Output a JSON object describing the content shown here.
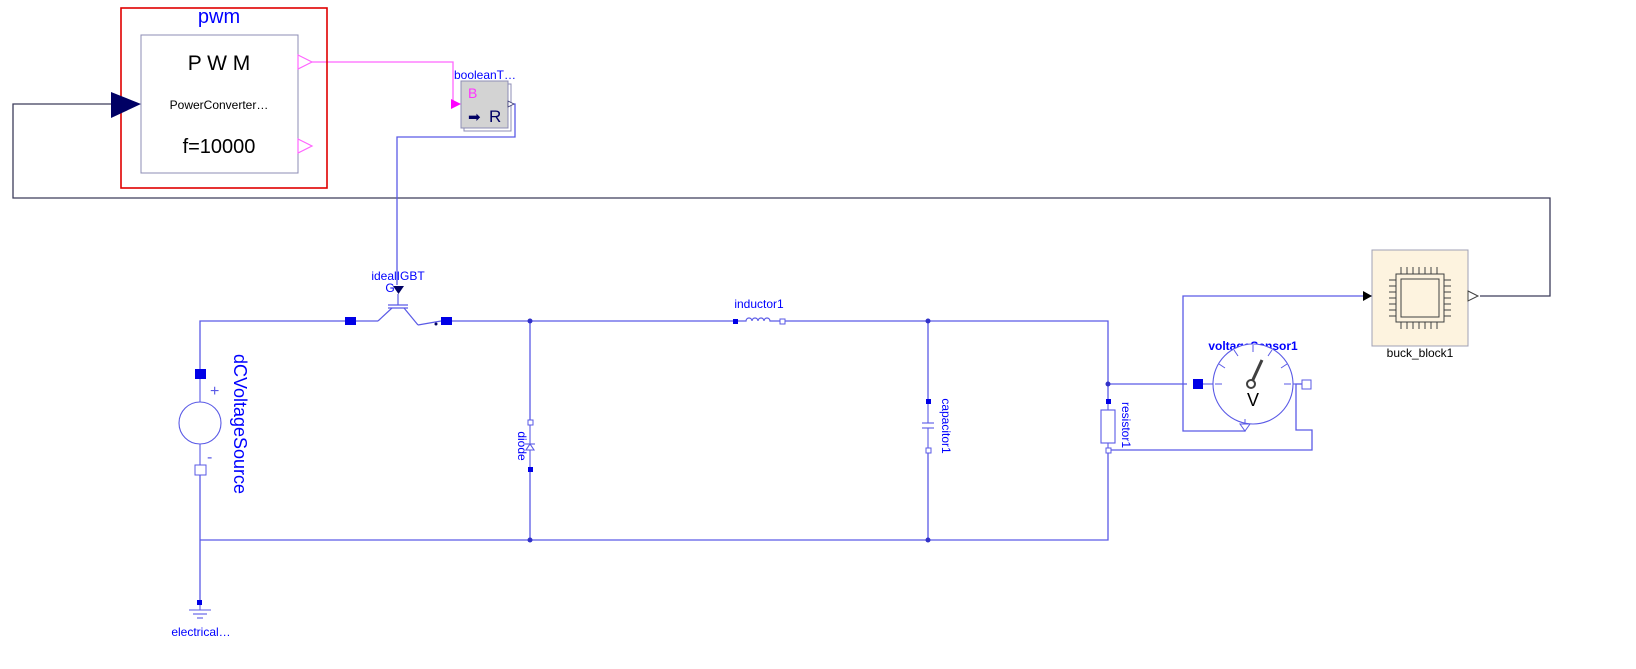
{
  "colors": {
    "label": "#0000ff",
    "wire": "#5a5ae6",
    "signal": "#3c3c5a",
    "boolean": "#ff66ff",
    "selection": "#e00000",
    "block_fill": "#fdf3df",
    "converter_fill": "#d3d3d3"
  },
  "components": {
    "pwm": {
      "name": "pwm",
      "title": "P W M",
      "subtitle": "PowerConverter…",
      "param": "f=10000",
      "selected": true
    },
    "boolean_to_real": {
      "name": "booleanT…",
      "in_label": "B",
      "out_label": "R",
      "arrow": "➡"
    },
    "igbt": {
      "name": "idealIGBT",
      "gate": "G"
    },
    "inductor": {
      "name": "inductor1"
    },
    "capacitor": {
      "name": "capacitor1"
    },
    "resistor": {
      "name": "resistor1"
    },
    "diode": {
      "name": "diode"
    },
    "dc_source": {
      "name": "dCVoltageSource",
      "plus": "+",
      "minus": "-"
    },
    "ground": {
      "name": "electrical…"
    },
    "voltage_sensor": {
      "name": "voltageSensor1",
      "symbol": "V"
    },
    "buck_block": {
      "name": "buck_block1",
      "icon": "chip-icon"
    }
  }
}
